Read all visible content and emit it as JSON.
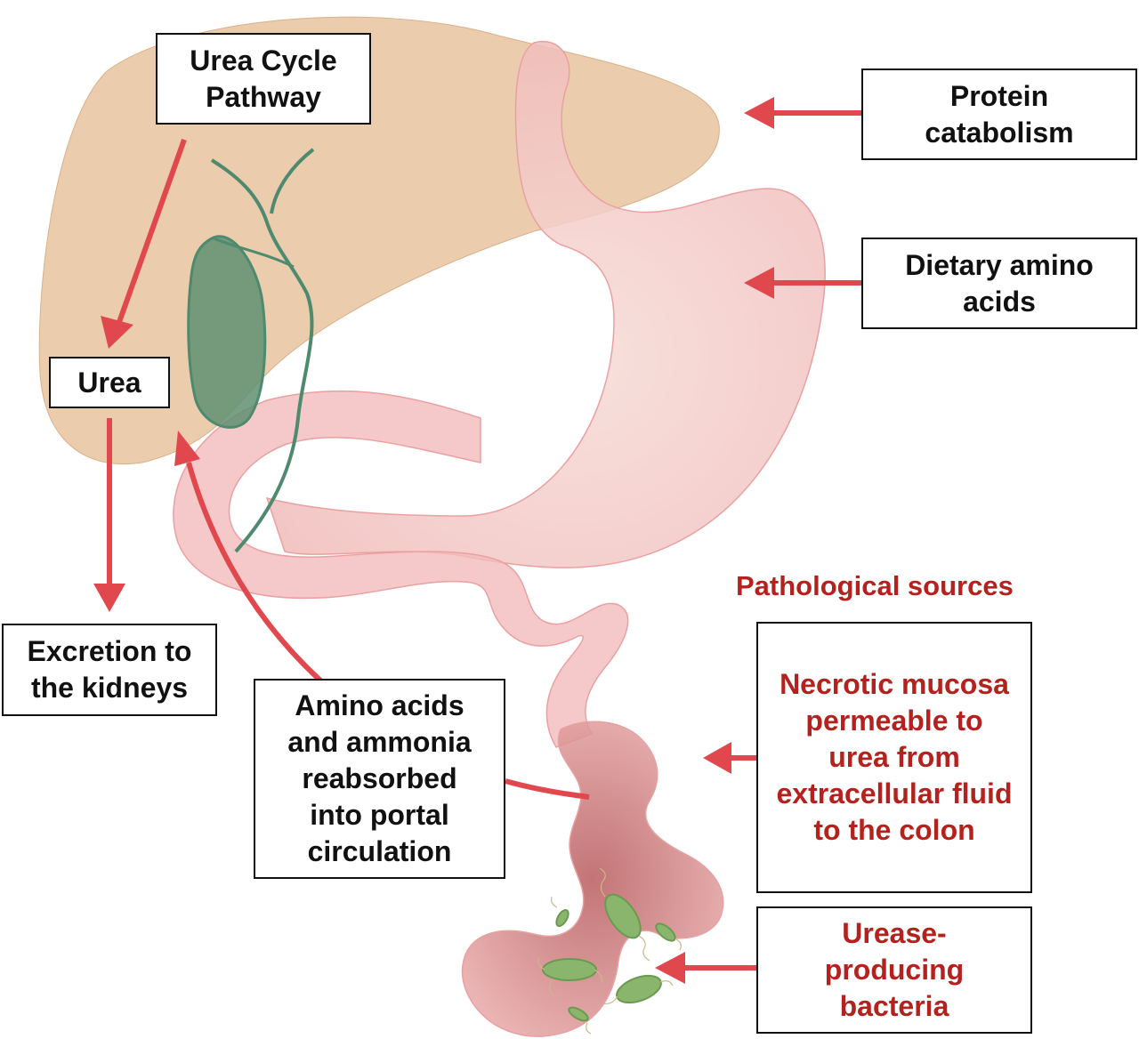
{
  "colors": {
    "liver": "#e8c4a0",
    "intestine": "#f0b4b4",
    "colon_dark": "#c26a6a",
    "gallbladder": "#5f8f72",
    "bile_duct": "#4e8a6e",
    "arrow": "#e0484e",
    "pathology_text": "#b5221e",
    "bacteria": "#8ab56c"
  },
  "icons": {
    "liver": "liver-icon",
    "gallbladder": "gallbladder-icon",
    "intestine": "intestine-icon",
    "bacteria": "bacteria-icon"
  },
  "labels": {
    "urea_cycle": [
      "Urea Cycle",
      "Pathway"
    ],
    "urea": [
      "Urea"
    ],
    "excretion": [
      "Excretion to",
      "the kidneys"
    ],
    "protein": [
      "Protein",
      "catabolism"
    ],
    "dietary": [
      "Dietary amino",
      "acids"
    ],
    "reabsorbed": [
      "Amino acids",
      "and ammonia",
      "reabsorbed",
      "into portal",
      "circulation"
    ],
    "pathological_heading": "Pathological sources",
    "necrotic": [
      "Necrotic mucosa",
      "permeable to",
      "urea from",
      "extracellular fluid",
      "to the colon"
    ],
    "urease": [
      "Urease-",
      "producing",
      "bacteria"
    ]
  }
}
